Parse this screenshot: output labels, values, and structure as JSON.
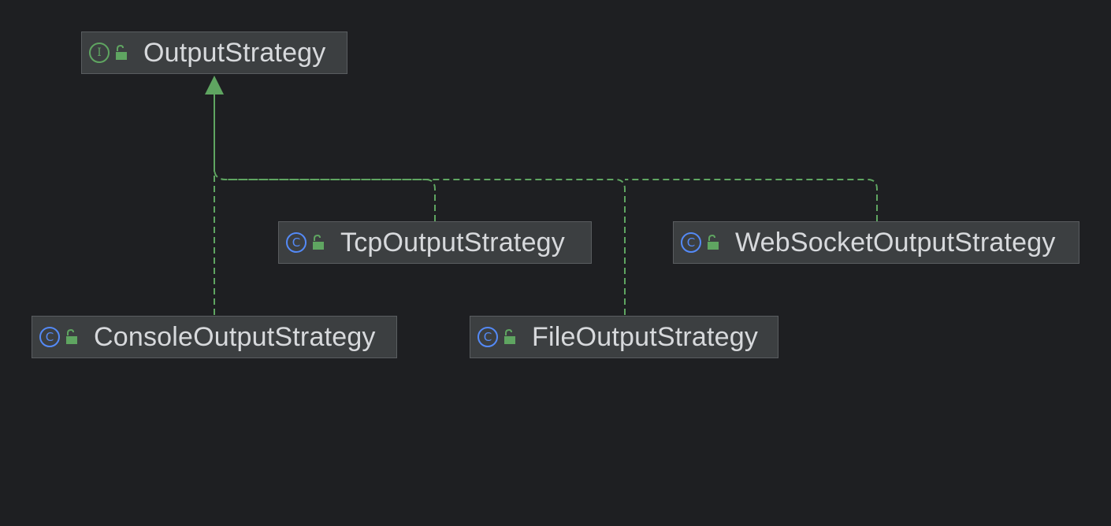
{
  "diagram": {
    "nodes": [
      {
        "id": "output-strategy",
        "kind": "interface",
        "kind_glyph": "I",
        "name": "OutputStrategy"
      },
      {
        "id": "tcp-output-strategy",
        "kind": "class",
        "kind_glyph": "C",
        "name": "TcpOutputStrategy"
      },
      {
        "id": "websocket-output-strategy",
        "kind": "class",
        "kind_glyph": "C",
        "name": "WebSocketOutputStrategy"
      },
      {
        "id": "console-output-strategy",
        "kind": "class",
        "kind_glyph": "C",
        "name": "ConsoleOutputStrategy"
      },
      {
        "id": "file-output-strategy",
        "kind": "class",
        "kind_glyph": "C",
        "name": "FileOutputStrategy"
      }
    ],
    "edges": [
      {
        "from": "console-output-strategy",
        "to": "output-strategy",
        "type": "implements"
      },
      {
        "from": "tcp-output-strategy",
        "to": "output-strategy",
        "type": "implements"
      },
      {
        "from": "file-output-strategy",
        "to": "output-strategy",
        "type": "implements"
      },
      {
        "from": "websocket-output-strategy",
        "to": "output-strategy",
        "type": "implements"
      }
    ],
    "colors": {
      "background": "#1e1f22",
      "node_fill": "#3c3f41",
      "node_border": "#5a5d60",
      "edge": "#5fa561",
      "interface_icon": "#5fa561",
      "class_icon": "#548af7",
      "label": "#d7d9dc"
    },
    "icons": {
      "interface": "interface-icon",
      "class": "class-icon",
      "visibility": "public-lock-icon"
    }
  }
}
